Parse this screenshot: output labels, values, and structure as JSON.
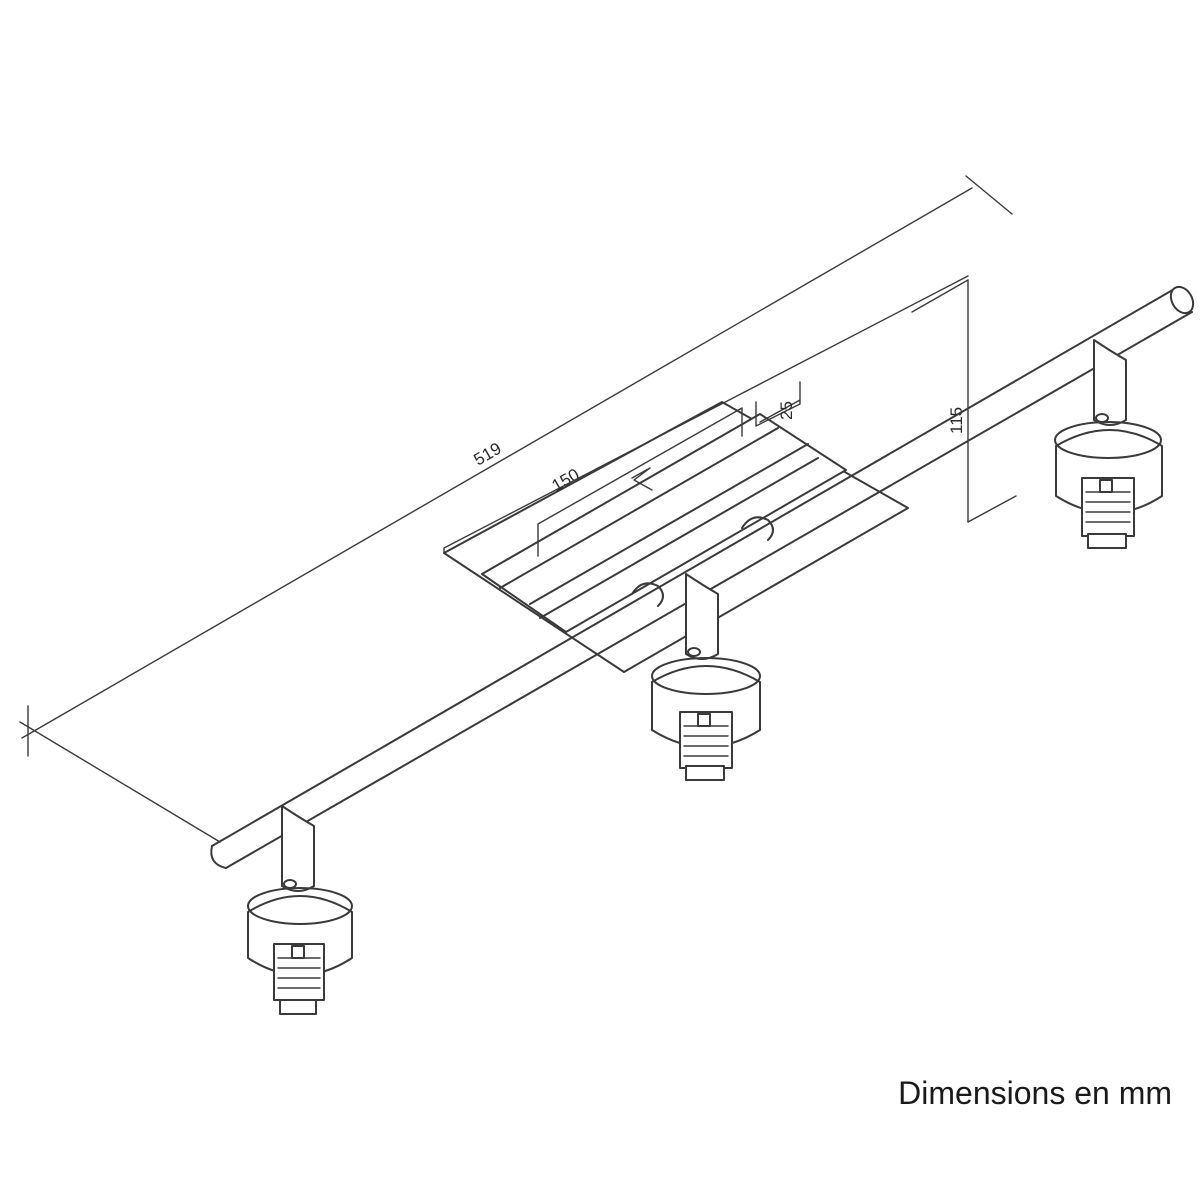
{
  "diagram": {
    "dimensions": {
      "length": "519",
      "plate_length": "150",
      "plate_thickness": "25",
      "height": "115"
    },
    "caption": "Dimensions en mm"
  }
}
